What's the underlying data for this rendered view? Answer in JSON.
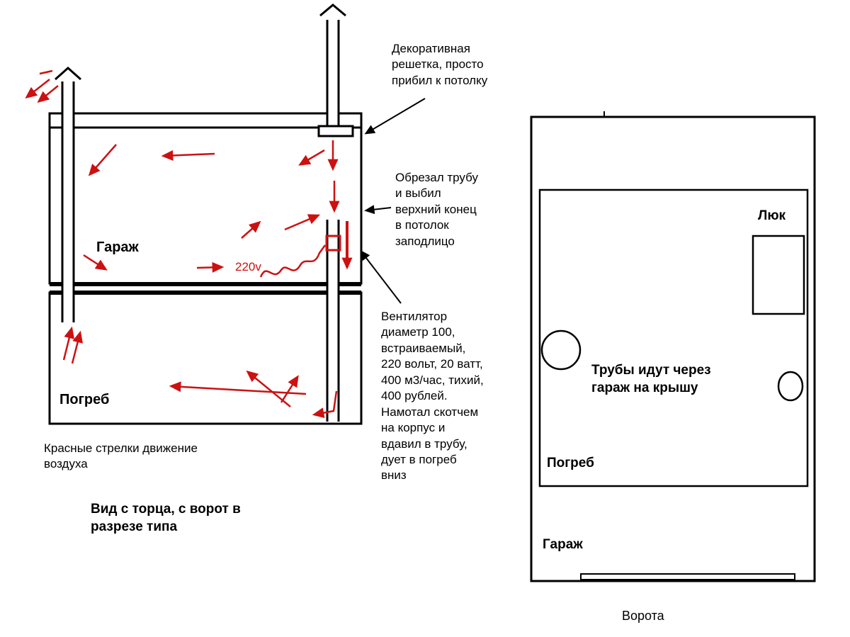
{
  "colors": {
    "line": "#000000",
    "air_arrows": "#cc1111",
    "background": "#ffffff"
  },
  "section_view": {
    "garage_label": "Гараж",
    "cellar_label": "Погреб",
    "voltage_label": "220v",
    "note_grille": "Декоративная решетка, просто прибил к потолку",
    "note_pipe_cut": "Обрезал трубу и выбил верхний конец в потолок заподлицо",
    "note_fan": "Вентилятор диаметр 100, встраиваемый, 220 вольт, 20 ватт, 400 м3/час, тихий, 400 рублей. Намотал скотчем на корпус и вдавил в трубу, дует в погреб вниз",
    "legend_arrows": "Красные стрелки движение воздуха",
    "caption": "Вид с торца, с ворот в разрезе типа"
  },
  "plan_view": {
    "hatch_label": "Люк",
    "pipes_note": "Трубы идут через гараж на крышу",
    "cellar_label": "Погреб",
    "garage_label": "Гараж",
    "gate_label": "Ворота"
  }
}
